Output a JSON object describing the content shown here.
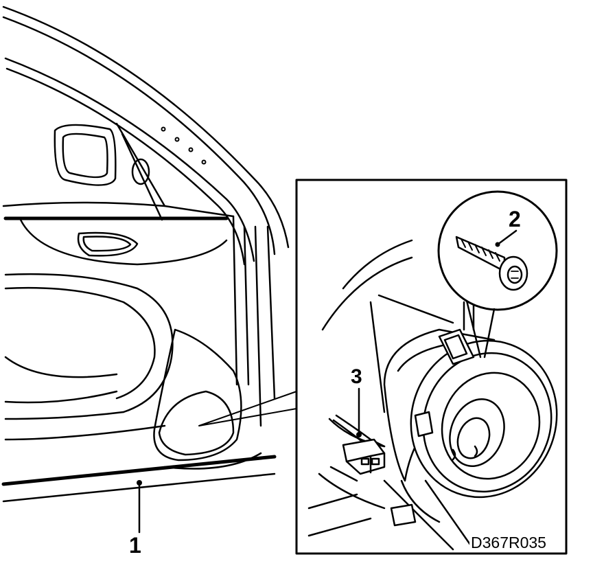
{
  "callouts": {
    "door_panel": "1",
    "screw": "2",
    "connector": "3"
  },
  "figure_code": "D367R035",
  "icons": [
    "car-door-panel",
    "speaker",
    "screw",
    "electrical-connector",
    "mirror"
  ],
  "colors": {
    "line": "#000000",
    "background": "#ffffff"
  }
}
